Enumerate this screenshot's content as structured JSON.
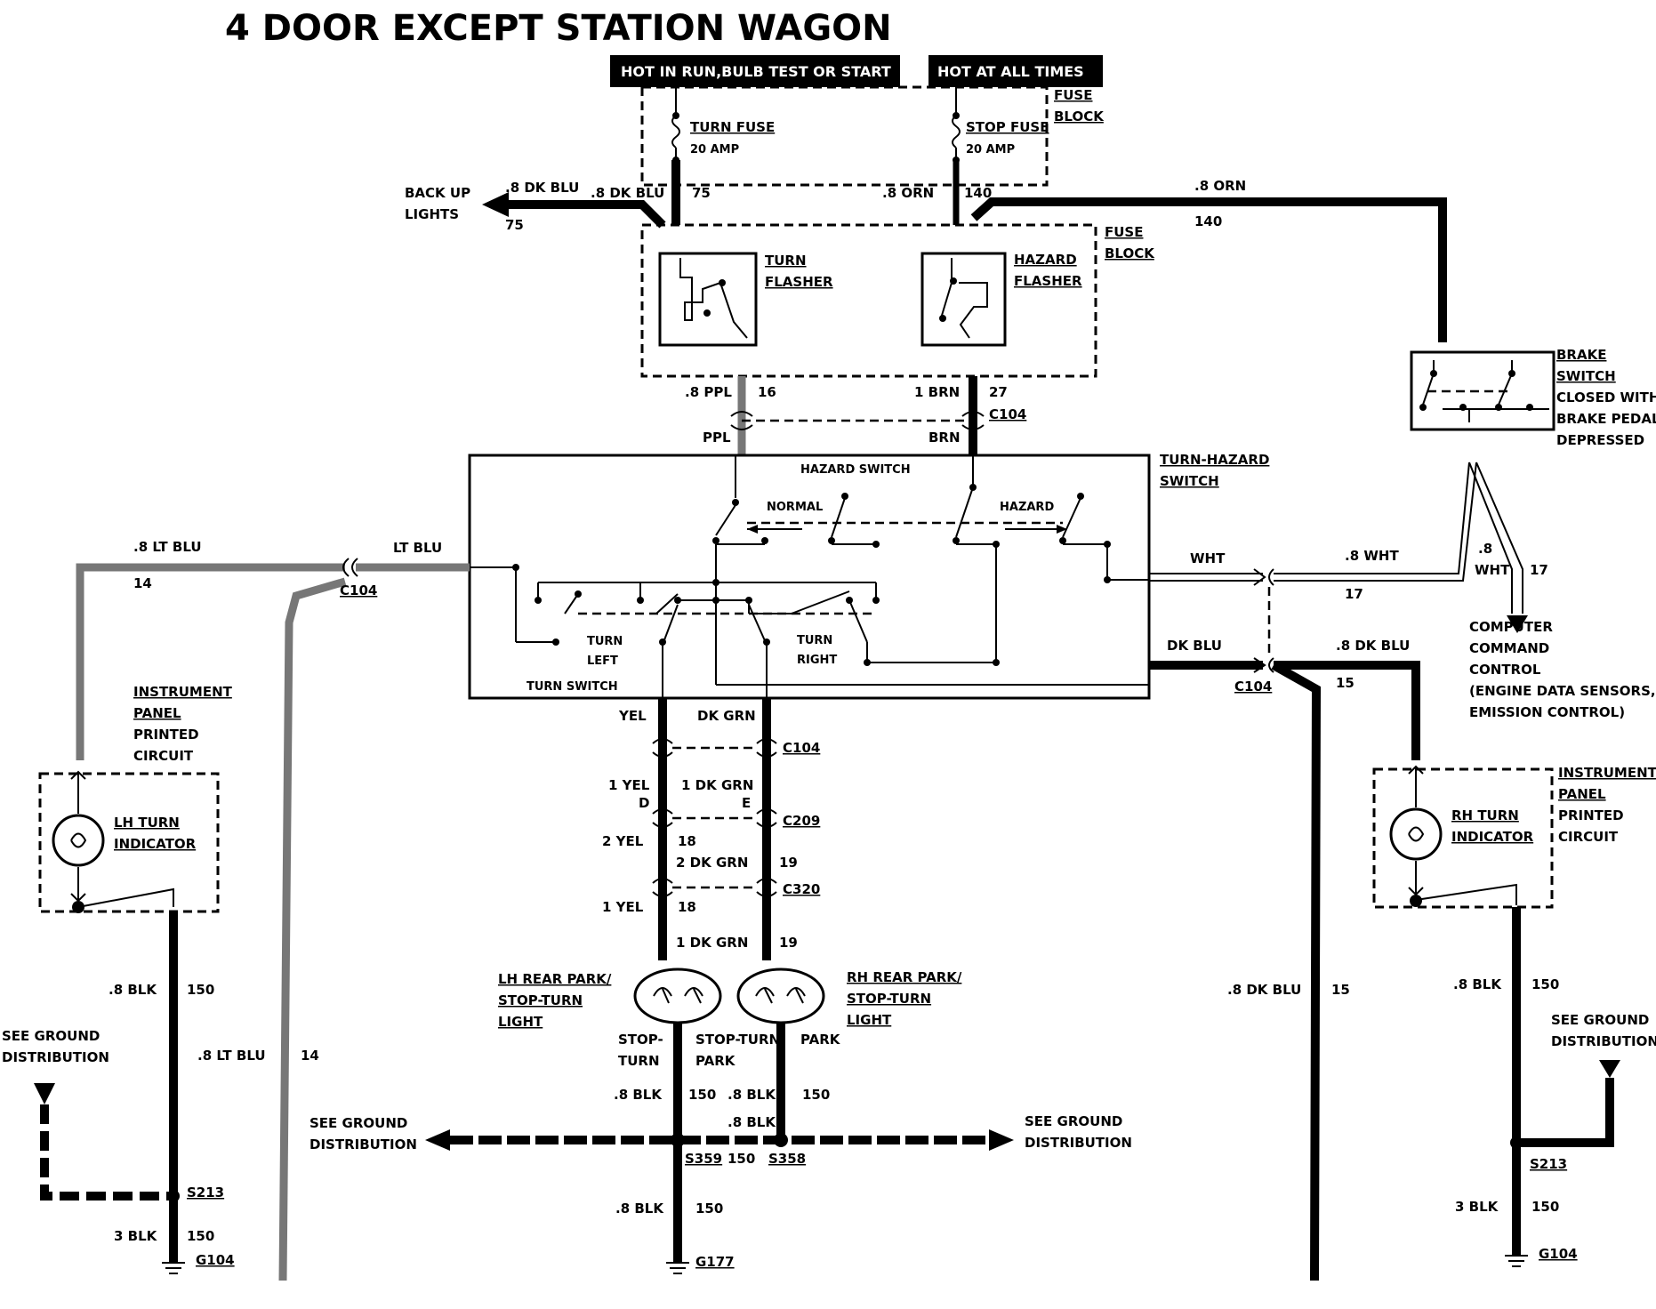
{
  "title": "4 DOOR EXCEPT  STATION WAGON",
  "headers": {
    "run": "HOT IN RUN,BULB TEST OR START",
    "always": "HOT AT ALL TIMES"
  },
  "fuse_block": {
    "line1": "FUSE",
    "line2": "BLOCK"
  },
  "fuses": {
    "turn": {
      "name": "TURN FUSE",
      "rating": "20 AMP"
    },
    "stop": {
      "name": "STOP FUSE",
      "rating": "20 AMP"
    }
  },
  "flashers": {
    "turn": {
      "line1": "TURN",
      "line2": "FLASHER"
    },
    "hazard": {
      "line1": "HAZARD",
      "line2": "FLASHER"
    }
  },
  "backup": {
    "line1": "BACK UP",
    "line2": "LIGHTS",
    "wire": ".8 DK BLU",
    "circuit": "75"
  },
  "wires": {
    "w75_wire": ".8 DK BLU",
    "w75_circuit": "75",
    "w140_wire": ".8 ORN",
    "w140_circuit": "140",
    "top_orn_wire": ".8 ORN",
    "top_orn_circuit": "140",
    "ppl_wire": ".8 PPL",
    "ppl_circuit": "16",
    "ppl_short": "PPL",
    "brn_wire": "1 BRN",
    "brn_circuit": "27",
    "brn_short": "BRN",
    "lt_blu": "LT BLU",
    "lt_blu_wire": ".8 LT BLU",
    "lt_blu_circuit": "14",
    "lt_blu_lower_wire": ".8 LT BLU",
    "lt_blu_lower_circuit": "14",
    "wht": "WHT",
    "wht_wire": ".8 WHT",
    "wht_circuit": "17",
    "wht_right_wire": ".8",
    "wht_right_wire2": "WHT",
    "wht_right_circuit": "17",
    "dk_blu": "DK BLU",
    "dk_blu_wire": ".8 DK BLU",
    "dk_blu_circuit": "15",
    "dk_blu_lower_wire": ".8 DK BLU",
    "dk_blu_lower_circuit": "15",
    "yel": "YEL",
    "dk_grn": "DK GRN",
    "yel1": "1 YEL",
    "pin_d": "D",
    "dkgrn1": "1 DK GRN",
    "pin_e": "E",
    "yel2": "2 YEL",
    "yel2_circuit": "18",
    "dkgrn2": "2 DK GRN",
    "dkgrn2_circuit": "19",
    "yel3": "1 YEL",
    "yel3_circuit": "18",
    "dkgrn3": "1 DK GRN",
    "dkgrn3_circuit": "19",
    "blk_l": ".8 BLK",
    "blk_l_circuit": "150",
    "blk_r": ".8 BLK",
    "blk_r_circuit": "150",
    "blk_lamp_l": ".8 BLK",
    "blk_lamp_l_circuit": "150",
    "blk_lamp_r": ".8 BLK",
    "blk_lamp_r_circuit": "150",
    "blk_mid": ".8 BLK",
    "blk_s359_circuit": "150",
    "blk_g177": ".8 BLK",
    "blk_g177_circuit": "150",
    "blk3_l": "3 BLK",
    "blk3_l_circuit": "150",
    "blk3_r": "3 BLK",
    "blk3_r_circuit": "150"
  },
  "connectors": {
    "c104_top": "C104",
    "c104_left": "C104",
    "c104_right": "C104",
    "c104_mid": "C104",
    "c209": "C209",
    "c320": "C320"
  },
  "splices": {
    "s213_l": "S213",
    "s213_r": "S213",
    "s359": "S359",
    "s358": "S358"
  },
  "grounds": {
    "g104_l": "G104",
    "g104_r": "G104",
    "g177": "G177"
  },
  "switch": {
    "name1": "TURN-HAZARD",
    "name2": "SWITCH",
    "hazard_switch": "HAZARD SWITCH",
    "normal": "NORMAL",
    "hazard": "HAZARD",
    "turn_left1": "TURN",
    "turn_left2": "LEFT",
    "turn_right1": "TURN",
    "turn_right2": "RIGHT",
    "turn_switch": "TURN SWITCH"
  },
  "brake": {
    "l1": "BRAKE",
    "l2": "SWITCH",
    "l3": "CLOSED WITH",
    "l4": "BRAKE PEDAL",
    "l5": "DEPRESSED"
  },
  "computer": {
    "l1": "COMPUTER",
    "l2": "COMMAND",
    "l3": "CONTROL",
    "l4": "(ENGINE DATA SENSORS,",
    "l5": "EMISSION CONTROL)"
  },
  "ip_left": {
    "l1": "INSTRUMENT",
    "l2": "PANEL",
    "l3": "PRINTED",
    "l4": "CIRCUIT"
  },
  "ip_right": {
    "l1": "INSTRUMENT",
    "l2": "PANEL",
    "l3": "PRINTED",
    "l4": "CIRCUIT"
  },
  "indicators": {
    "lh1": "LH TURN",
    "lh2": "INDICATOR",
    "rh1": "RH TURN",
    "rh2": "INDICATOR"
  },
  "lamps": {
    "lh1": "LH REAR PARK/",
    "lh2": "STOP-TURN",
    "lh3": "LIGHT",
    "rh1": "RH REAR PARK/",
    "rh2": "STOP-TURN",
    "rh3": "LIGHT",
    "stop1": "STOP-",
    "stop2": "TURN",
    "st_park1": "STOP-TURN",
    "st_park2": "PARK",
    "park": "PARK"
  },
  "ground_dist": {
    "left1": "SEE GROUND",
    "left2": "DISTRIBUTION",
    "mid_l1": "SEE GROUND",
    "mid_l2": "DISTRIBUTION",
    "mid_r1": "SEE GROUND",
    "mid_r2": "DISTRIBUTION",
    "right1": "SEE GROUND",
    "right2": "DISTRIBUTION"
  }
}
